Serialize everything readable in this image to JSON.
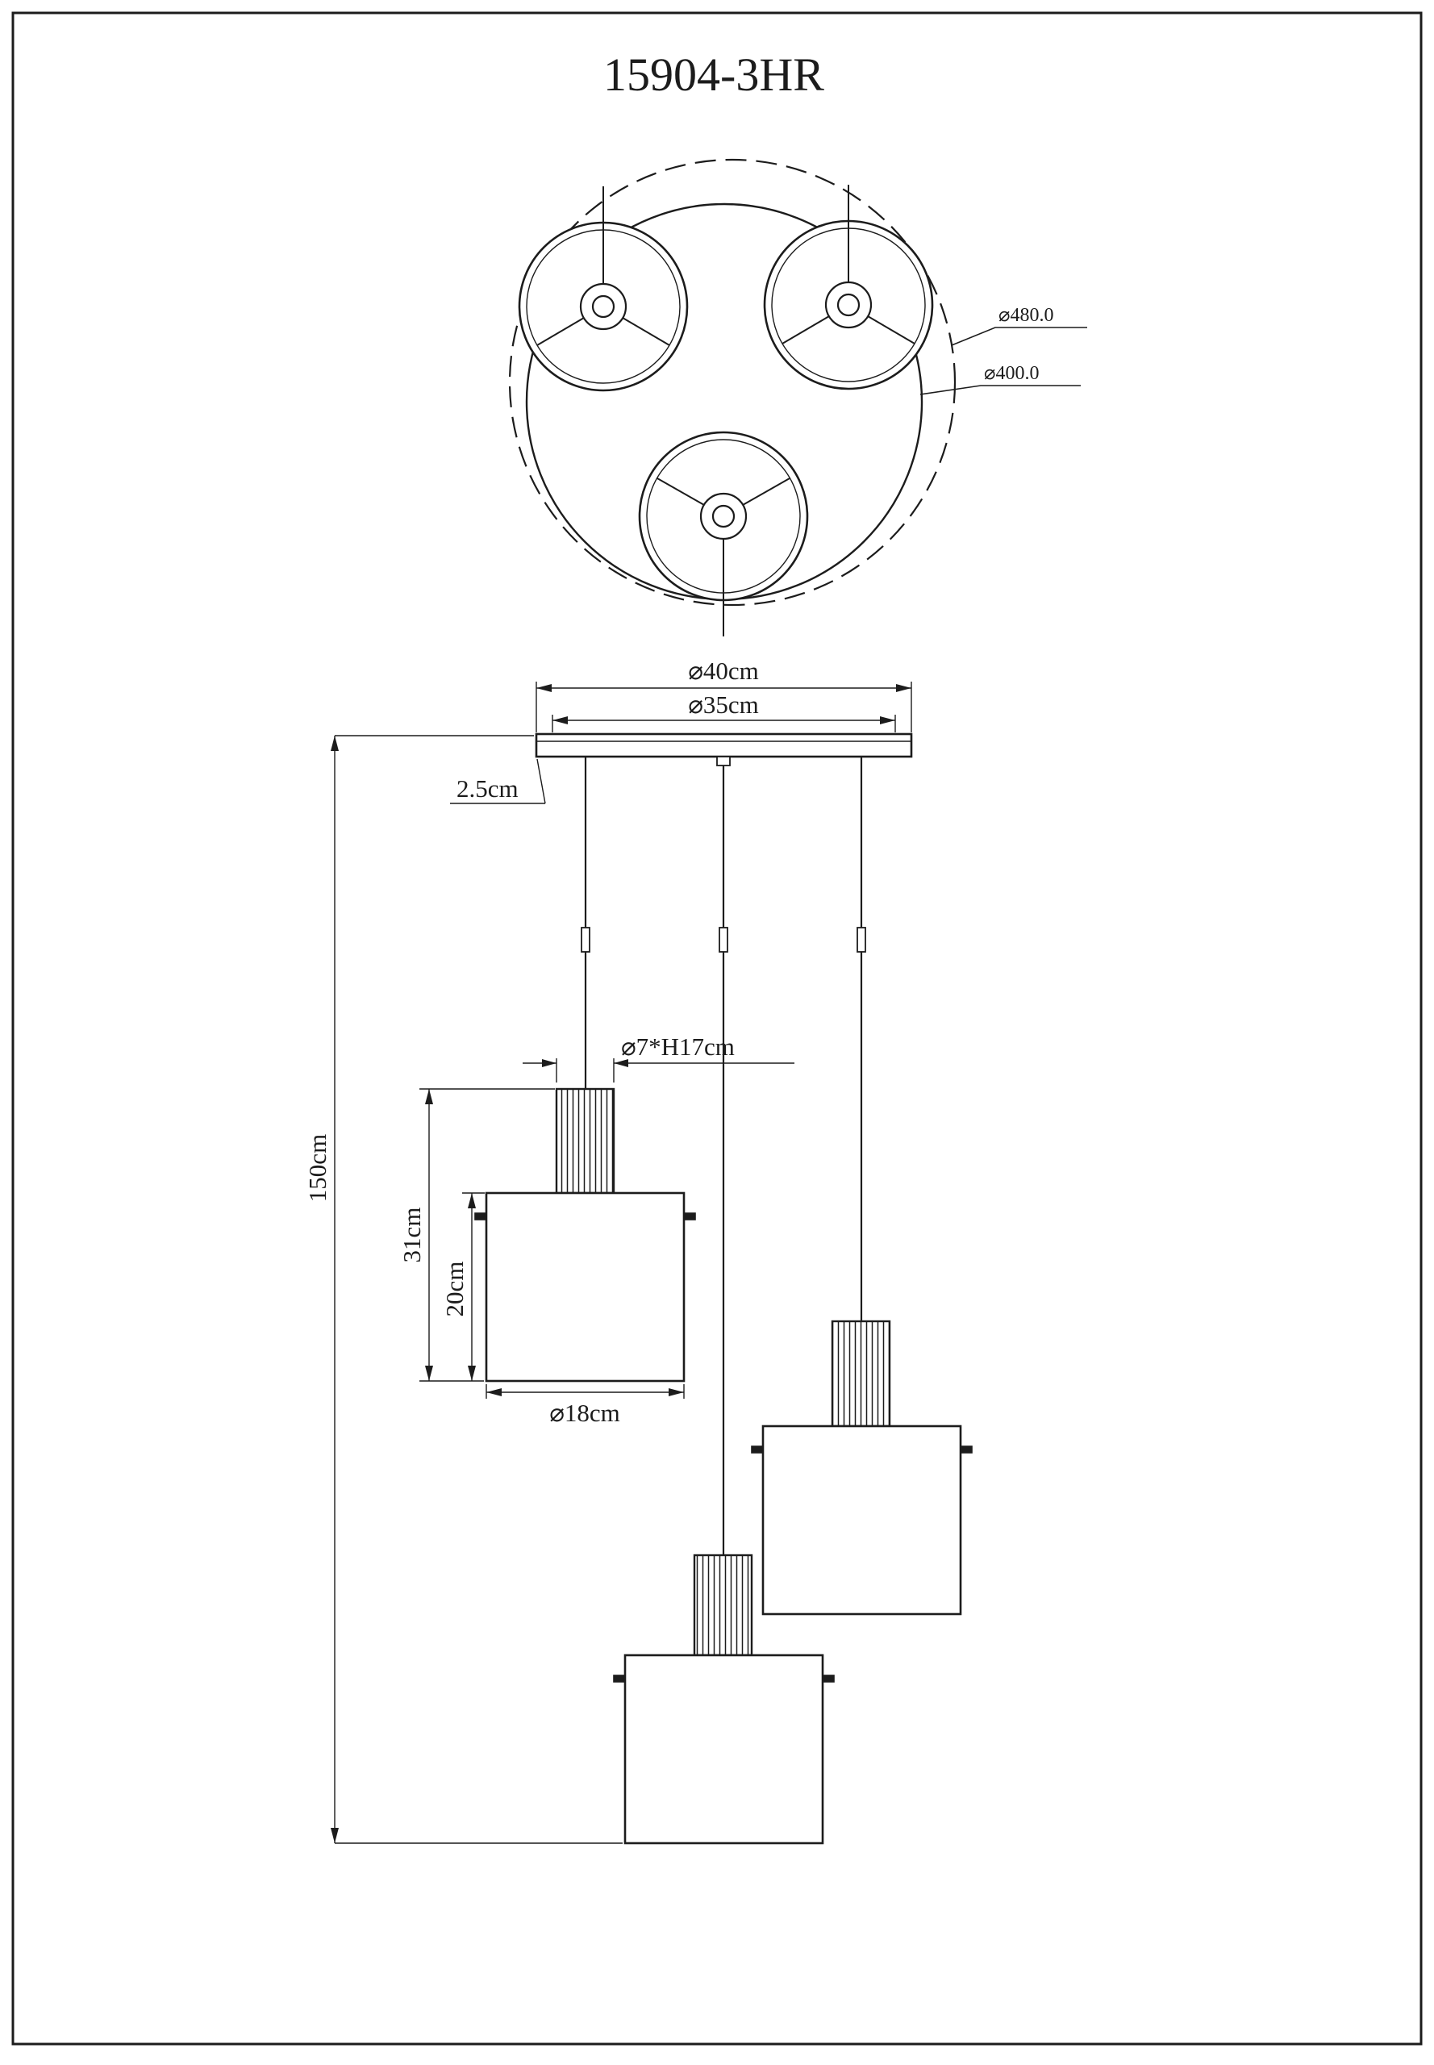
{
  "drawing": {
    "title": "15904-3HR",
    "top_view": {
      "outer_dia": "⌀480.0",
      "inner_dia": "⌀400.0"
    },
    "front_view": {
      "canopy_outer": "⌀40cm",
      "canopy_inner": "⌀35cm",
      "canopy_height": "2.5cm",
      "overall_drop": "150cm",
      "tube_size": "⌀7*H17cm",
      "pendant_height": "31cm",
      "shade_height": "20cm",
      "shade_dia": "⌀18cm"
    }
  },
  "colors": {
    "line": "#1c1c1c",
    "background": "#ffffff"
  }
}
